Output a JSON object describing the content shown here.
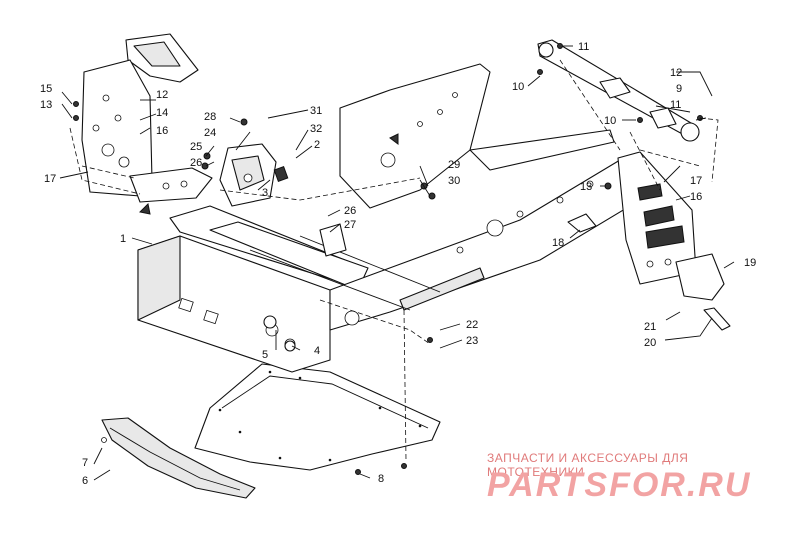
{
  "callouts": {
    "n1": "1",
    "n2": "2",
    "n3": "3",
    "n4": "4",
    "n5": "5",
    "n6": "6",
    "n7": "7",
    "n8": "8",
    "n9": "9",
    "n10a": "10",
    "n10b": "10",
    "n11a": "11",
    "n11b": "11",
    "n12a": "12",
    "n12b": "12",
    "n13a": "13",
    "n13b": "13",
    "n14": "14",
    "n15": "15",
    "n16a": "16",
    "n16b": "16",
    "n17a": "17",
    "n17b": "17",
    "n18": "18",
    "n19": "19",
    "n20": "20",
    "n21": "21",
    "n22": "22",
    "n23": "23",
    "n24": "24",
    "n25": "25",
    "n26a": "26",
    "n26b": "26",
    "n27": "27",
    "n28": "28",
    "n29": "29",
    "n30": "30",
    "n31": "31",
    "n32": "32"
  },
  "watermark": {
    "subtitle": "ЗАПЧАСТИ И АКСЕССУАРЫ ДЛЯ МОТОТЕХНИКИ",
    "logo": "PARTSFOR.RU",
    "color": "#f2a3a3"
  }
}
